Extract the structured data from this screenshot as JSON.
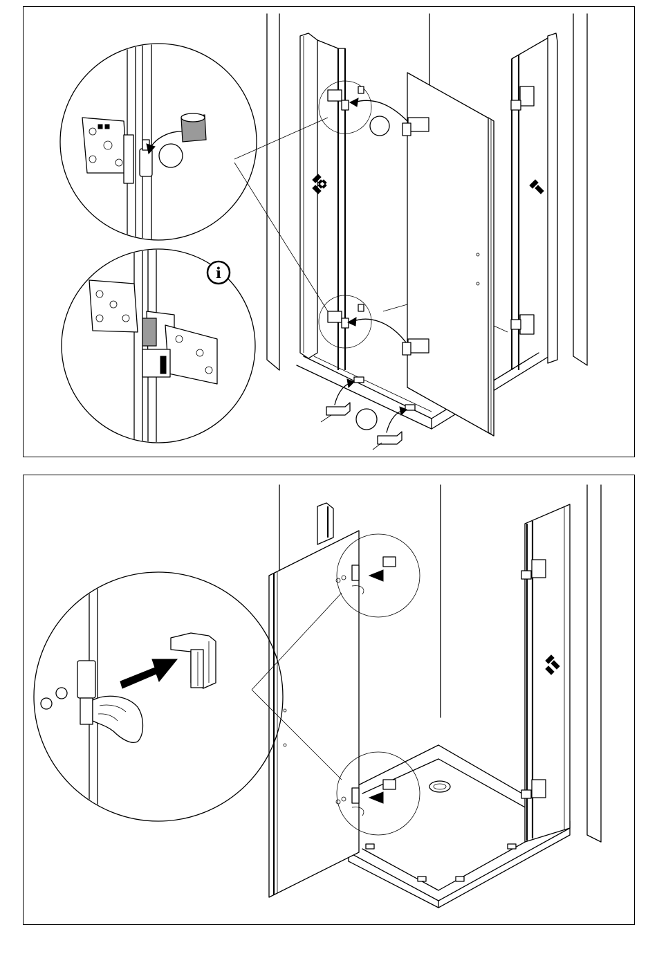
{
  "document": {
    "type": "assembly-instructions",
    "panels": [
      {
        "id": "panel-1",
        "description_labels": [],
        "step_badges": [
          "",
          ""
        ],
        "info_icon": "i"
      },
      {
        "id": "panel-2",
        "description_labels": []
      }
    ]
  },
  "icons": {
    "info": "info-icon",
    "arrow": "arrow-icon",
    "hand": "hand-icon",
    "hinge": "hinge-icon",
    "cap": "hinge-cap-icon",
    "spacer": "spacer-block-icon",
    "drain": "drain-icon"
  },
  "colors": {
    "line": "#000000",
    "background": "#ffffff",
    "fill_grey": "#9a9a9a"
  }
}
